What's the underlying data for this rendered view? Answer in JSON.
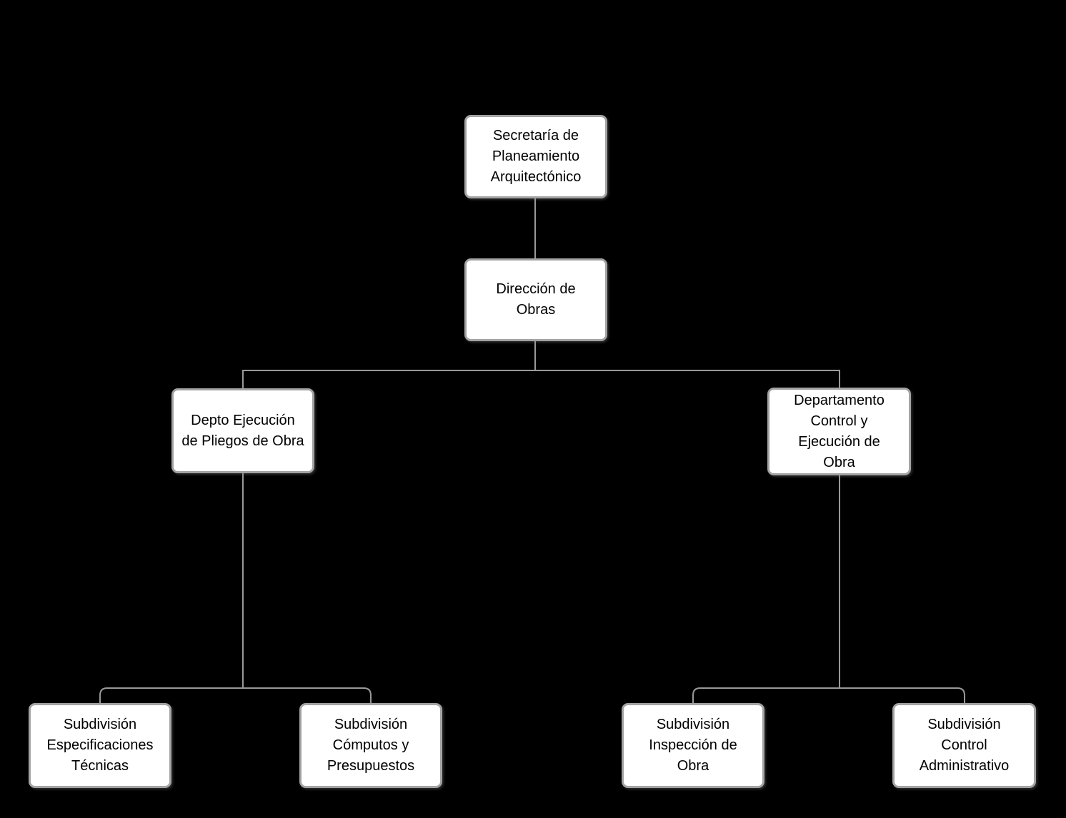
{
  "diagram": {
    "type": "org-chart",
    "colors": {
      "background": "#000000",
      "node_fill": "#ffffff",
      "node_border": "#a3a3a3",
      "connector": "#999999",
      "text": "#000000"
    },
    "nodes": [
      {
        "id": "secretaria-planeamiento",
        "label": "Secretaría de\nPlaneamiento\nArquitectónico"
      },
      {
        "id": "direccion-obras",
        "label": "Dirección de\nObras"
      },
      {
        "id": "depto-ejecucion-pliegos",
        "label": "Depto Ejecución\nde Pliegos de Obra"
      },
      {
        "id": "depto-control-ejecucion",
        "label": "Departamento\nControl y\nEjecución de\nObra"
      },
      {
        "id": "subdivision-especificaciones",
        "label": "Subdivisión\nEspecificaciones\nTécnicas"
      },
      {
        "id": "subdivision-computos",
        "label": "Subdivisión\nCómputos y\nPresupuestos"
      },
      {
        "id": "subdivision-inspeccion",
        "label": "Subdivisión\nInspección de\nObra"
      },
      {
        "id": "subdivision-control-admin",
        "label": "Subdivisión\nControl\nAdministrativo"
      }
    ],
    "edges": [
      {
        "from": "secretaria-planeamiento",
        "to": "direccion-obras"
      },
      {
        "from": "direccion-obras",
        "to": "depto-ejecucion-pliegos"
      },
      {
        "from": "direccion-obras",
        "to": "depto-control-ejecucion"
      },
      {
        "from": "depto-ejecucion-pliegos",
        "to": "subdivision-especificaciones"
      },
      {
        "from": "depto-ejecucion-pliegos",
        "to": "subdivision-computos"
      },
      {
        "from": "depto-control-ejecucion",
        "to": "subdivision-inspeccion"
      },
      {
        "from": "depto-control-ejecucion",
        "to": "subdivision-control-admin"
      }
    ]
  }
}
